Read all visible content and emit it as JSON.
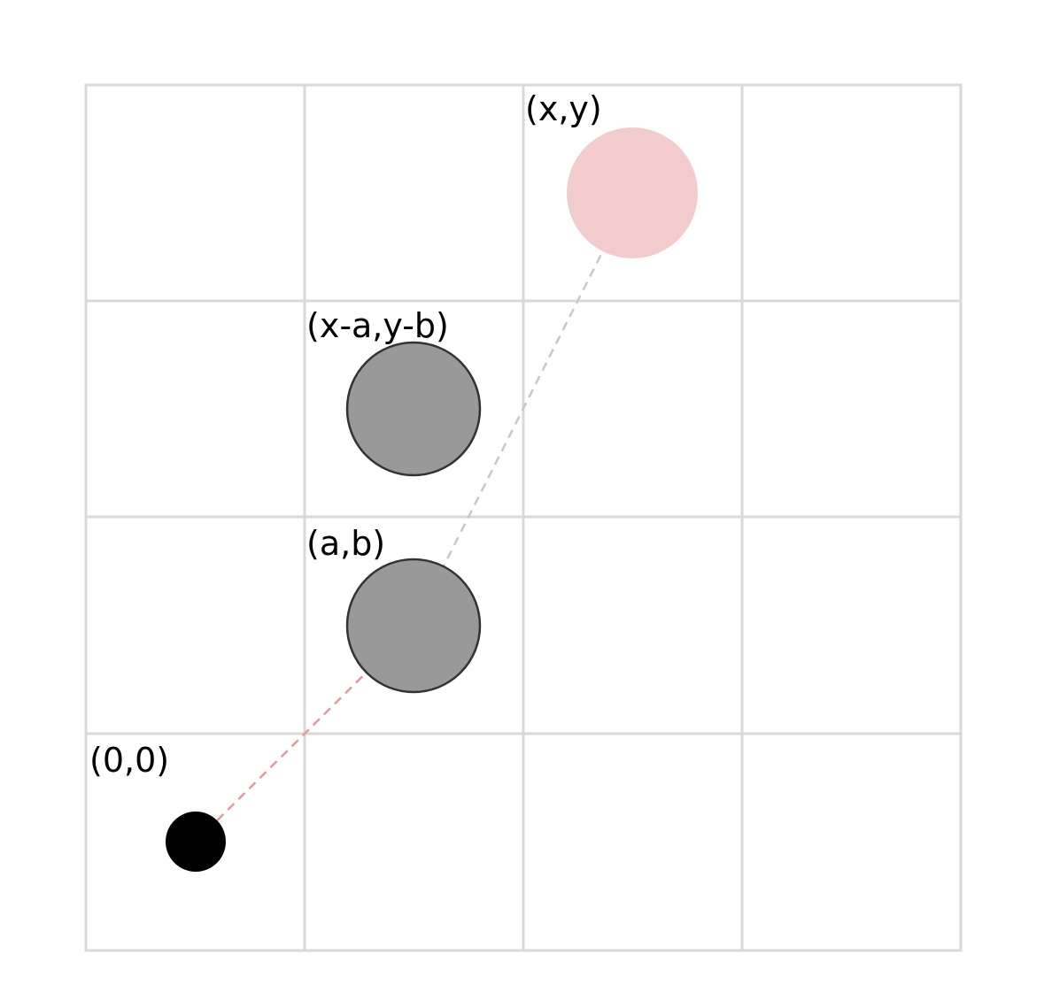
{
  "grid": {
    "columns": 4,
    "rows": 4,
    "line_color": "#d9d9d9"
  },
  "points": [
    {
      "id": "origin",
      "label": "(0,0)",
      "fill": "#000000",
      "stroke": "none",
      "size": "small"
    },
    {
      "id": "a-b",
      "label": "(a,b)",
      "fill": "#999999",
      "stroke": "#333333",
      "size": "large"
    },
    {
      "id": "x-minus-a-y-minus-b",
      "label": "(x-a,y-b)",
      "fill": "#999999",
      "stroke": "#333333",
      "size": "large"
    },
    {
      "id": "x-y",
      "label": "(x,y)",
      "fill": "#f2cccc",
      "stroke": "none",
      "size": "large"
    }
  ],
  "connectors": [
    {
      "from": "origin",
      "to": "a-b",
      "color": "#e39a9a",
      "style": "dashed"
    },
    {
      "from": "a-b",
      "to": "x-y",
      "color": "#c8c8c8",
      "style": "dashed"
    }
  ]
}
